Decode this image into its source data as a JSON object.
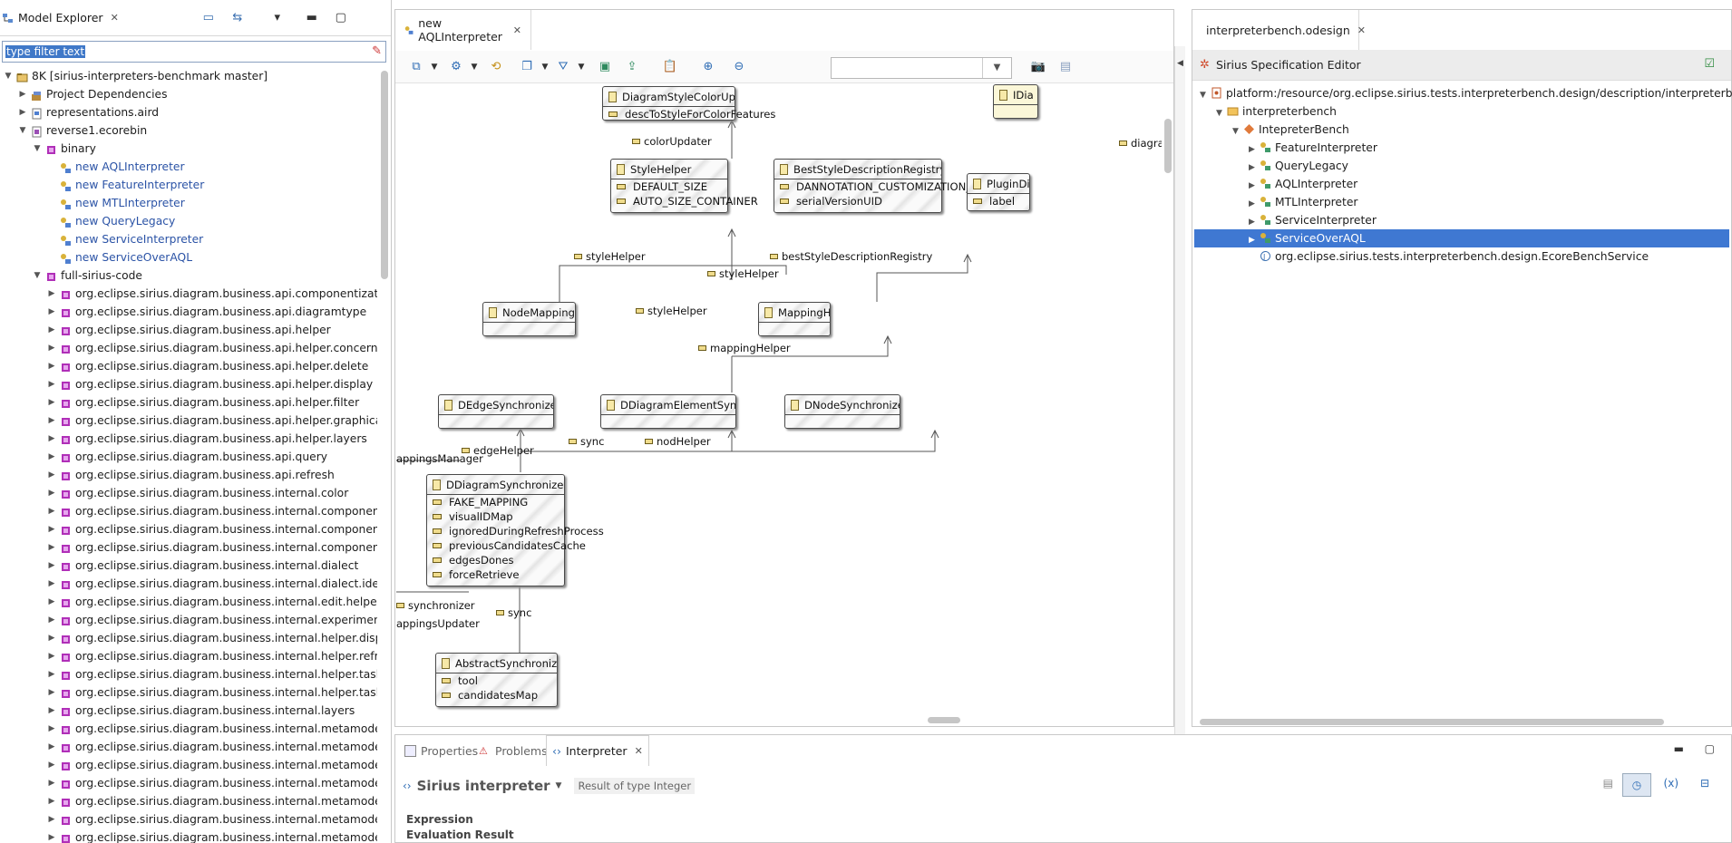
{
  "explorer": {
    "title": "Model Explorer",
    "filter_placeholder": "type filter text",
    "filter_value": "type filter text",
    "tree": [
      {
        "depth": 0,
        "exp": "down",
        "icon": "project-icon",
        "text": "8K  [sirius-interpreters-benchmark master]",
        "blue": false
      },
      {
        "depth": 1,
        "exp": "right",
        "icon": "library-icon",
        "text": "Project Dependencies",
        "blue": false
      },
      {
        "depth": 1,
        "exp": "right",
        "icon": "aird-file-icon",
        "text": "representations.aird",
        "blue": false
      },
      {
        "depth": 1,
        "exp": "down",
        "icon": "ecore-file-icon",
        "text": "reverse1.ecorebin",
        "blue": false
      },
      {
        "depth": 2,
        "exp": "down",
        "icon": "package-icon",
        "text": "binary",
        "blue": false
      },
      {
        "depth": 3,
        "exp": "",
        "icon": "diagram-icon",
        "text": "new AQLInterpreter",
        "blue": true
      },
      {
        "depth": 3,
        "exp": "",
        "icon": "diagram-icon",
        "text": "new FeatureInterpreter",
        "blue": true
      },
      {
        "depth": 3,
        "exp": "",
        "icon": "diagram-icon",
        "text": "new MTLInterpreter",
        "blue": true
      },
      {
        "depth": 3,
        "exp": "",
        "icon": "diagram-icon",
        "text": "new QueryLegacy",
        "blue": true
      },
      {
        "depth": 3,
        "exp": "",
        "icon": "diagram-icon",
        "text": "new ServiceInterpreter",
        "blue": true
      },
      {
        "depth": 3,
        "exp": "",
        "icon": "diagram-icon",
        "text": "new ServiceOverAQL",
        "blue": true
      },
      {
        "depth": 2,
        "exp": "down",
        "icon": "package-icon",
        "text": "full-sirius-code",
        "blue": false
      },
      {
        "depth": 3,
        "exp": "right",
        "icon": "package-icon",
        "text": "org.eclipse.sirius.diagram.business.api.componentization",
        "blue": false
      },
      {
        "depth": 3,
        "exp": "right",
        "icon": "package-icon",
        "text": "org.eclipse.sirius.diagram.business.api.diagramtype",
        "blue": false
      },
      {
        "depth": 3,
        "exp": "right",
        "icon": "package-icon",
        "text": "org.eclipse.sirius.diagram.business.api.helper",
        "blue": false
      },
      {
        "depth": 3,
        "exp": "right",
        "icon": "package-icon",
        "text": "org.eclipse.sirius.diagram.business.api.helper.concern",
        "blue": false
      },
      {
        "depth": 3,
        "exp": "right",
        "icon": "package-icon",
        "text": "org.eclipse.sirius.diagram.business.api.helper.delete",
        "blue": false
      },
      {
        "depth": 3,
        "exp": "right",
        "icon": "package-icon",
        "text": "org.eclipse.sirius.diagram.business.api.helper.display",
        "blue": false
      },
      {
        "depth": 3,
        "exp": "right",
        "icon": "package-icon",
        "text": "org.eclipse.sirius.diagram.business.api.helper.filter",
        "blue": false
      },
      {
        "depth": 3,
        "exp": "right",
        "icon": "package-icon",
        "text": "org.eclipse.sirius.diagram.business.api.helper.graphicalfilters",
        "blue": false
      },
      {
        "depth": 3,
        "exp": "right",
        "icon": "package-icon",
        "text": "org.eclipse.sirius.diagram.business.api.helper.layers",
        "blue": false
      },
      {
        "depth": 3,
        "exp": "right",
        "icon": "package-icon",
        "text": "org.eclipse.sirius.diagram.business.api.query",
        "blue": false
      },
      {
        "depth": 3,
        "exp": "right",
        "icon": "package-icon",
        "text": "org.eclipse.sirius.diagram.business.api.refresh",
        "blue": false
      },
      {
        "depth": 3,
        "exp": "right",
        "icon": "package-icon",
        "text": "org.eclipse.sirius.diagram.business.internal.color",
        "blue": false
      },
      {
        "depth": 3,
        "exp": "right",
        "icon": "package-icon",
        "text": "org.eclipse.sirius.diagram.business.internal.componentization",
        "blue": false
      },
      {
        "depth": 3,
        "exp": "right",
        "icon": "package-icon",
        "text": "org.eclipse.sirius.diagram.business.internal.componentization",
        "blue": false
      },
      {
        "depth": 3,
        "exp": "right",
        "icon": "package-icon",
        "text": "org.eclipse.sirius.diagram.business.internal.componentization",
        "blue": false
      },
      {
        "depth": 3,
        "exp": "right",
        "icon": "package-icon",
        "text": "org.eclipse.sirius.diagram.business.internal.dialect",
        "blue": false
      },
      {
        "depth": 3,
        "exp": "right",
        "icon": "package-icon",
        "text": "org.eclipse.sirius.diagram.business.internal.dialect.identifier",
        "blue": false
      },
      {
        "depth": 3,
        "exp": "right",
        "icon": "package-icon",
        "text": "org.eclipse.sirius.diagram.business.internal.edit.helpers",
        "blue": false
      },
      {
        "depth": 3,
        "exp": "right",
        "icon": "package-icon",
        "text": "org.eclipse.sirius.diagram.business.internal.experimental",
        "blue": false
      },
      {
        "depth": 3,
        "exp": "right",
        "icon": "package-icon",
        "text": "org.eclipse.sirius.diagram.business.internal.helper.display",
        "blue": false
      },
      {
        "depth": 3,
        "exp": "right",
        "icon": "package-icon",
        "text": "org.eclipse.sirius.diagram.business.internal.helper.refresh",
        "blue": false
      },
      {
        "depth": 3,
        "exp": "right",
        "icon": "package-icon",
        "text": "org.eclipse.sirius.diagram.business.internal.helper.task",
        "blue": false
      },
      {
        "depth": 3,
        "exp": "right",
        "icon": "package-icon",
        "text": "org.eclipse.sirius.diagram.business.internal.helper.task.operations",
        "blue": false
      },
      {
        "depth": 3,
        "exp": "right",
        "icon": "package-icon",
        "text": "org.eclipse.sirius.diagram.business.internal.layers",
        "blue": false
      },
      {
        "depth": 3,
        "exp": "right",
        "icon": "package-icon",
        "text": "org.eclipse.sirius.diagram.business.internal.metamodel.description",
        "blue": false
      },
      {
        "depth": 3,
        "exp": "right",
        "icon": "package-icon",
        "text": "org.eclipse.sirius.diagram.business.internal.metamodel.description",
        "blue": false
      },
      {
        "depth": 3,
        "exp": "right",
        "icon": "package-icon",
        "text": "org.eclipse.sirius.diagram.business.internal.metamodel.description",
        "blue": false
      },
      {
        "depth": 3,
        "exp": "right",
        "icon": "package-icon",
        "text": "org.eclipse.sirius.diagram.business.internal.metamodel.description",
        "blue": false
      },
      {
        "depth": 3,
        "exp": "right",
        "icon": "package-icon",
        "text": "org.eclipse.sirius.diagram.business.internal.metamodel.description",
        "blue": false
      },
      {
        "depth": 3,
        "exp": "right",
        "icon": "package-icon",
        "text": "org.eclipse.sirius.diagram.business.internal.metamodel.description",
        "blue": false
      },
      {
        "depth": 3,
        "exp": "right",
        "icon": "package-icon",
        "text": "org.eclipse.sirius.diagram.business.internal.metamodel.helper",
        "blue": false
      }
    ]
  },
  "editor": {
    "tab_label": "new AQLInterpreter",
    "classes": {
      "colorupdater": {
        "name": "DiagramStyleColorUpdater",
        "attrs": [
          "descToStyleForColorFeatures"
        ]
      },
      "stylehelper": {
        "name": "StyleHelper",
        "attrs": [
          "DEFAULT_SIZE",
          "AUTO_SIZE_CONTAINER"
        ]
      },
      "beststyle": {
        "name": "BestStyleDescriptionRegistry",
        "attrs": [
          "DANNOTATION_CUSTOMIZATION_KEY",
          "serialVersionUID"
        ]
      },
      "idia": {
        "name": "IDia",
        "attrs": []
      },
      "plugindia": {
        "name": "PluginDia",
        "attrs": [
          "label"
        ]
      },
      "nodemapping": {
        "name": "NodeMappingHelper",
        "attrs": []
      },
      "mappinghelper": {
        "name": "MappingHelper",
        "attrs": []
      },
      "dedgesync": {
        "name": "DEdgeSynchronizerHelper",
        "attrs": []
      },
      "delemsync": {
        "name": "DDiagramElementSynchronizer",
        "attrs": []
      },
      "dnodesync": {
        "name": "DNodeSynchronizerHelper",
        "attrs": []
      },
      "ddiagsync": {
        "name": "DDiagramSynchronizer",
        "attrs": [
          "FAKE_MAPPING",
          "visualIDMap",
          "ignoredDuringRefreshProcess",
          "previousCandidatesCache",
          "edgesDones",
          "forceRetrieve"
        ]
      },
      "abstractsync": {
        "name": "AbstractSynchronizerHelper",
        "attrs": [
          "tool",
          "candidatesMap"
        ]
      }
    },
    "edge_labels": {
      "colorUpdater": "colorUpdater",
      "styleHelper1": "styleHelper",
      "styleHelper2": "styleHelper",
      "styleHelper3": "styleHelper",
      "bestStyle": "bestStyleDescriptionRegistry",
      "mappingHelper": "mappingHelper",
      "sync1": "sync",
      "nodHelper": "nodHelper",
      "edgeHelper": "edgeHelper",
      "mappingsManager": "appingsManager",
      "synchronizer": "synchronizer",
      "sync2": "sync",
      "mappingsUpdater": "appingsUpdater",
      "diagra": "diagra"
    }
  },
  "spec": {
    "tab_label": "interpreterbench.odesign",
    "header": "Sirius Specification Editor",
    "tree": [
      {
        "indent": 0,
        "exp": "down",
        "icon": "resource-icon",
        "text": "platform:/resource/org.eclipse.sirius.tests.interpreterbench.design/description/interpreterbench.odesign",
        "sel": false
      },
      {
        "indent": 1,
        "exp": "down",
        "icon": "folder-icon",
        "text": "interpreterbench",
        "sel": false
      },
      {
        "indent": 2,
        "exp": "down",
        "icon": "viewpoint-icon",
        "text": "IntepreterBench",
        "sel": false
      },
      {
        "indent": 3,
        "exp": "right",
        "icon": "diagram-description-icon",
        "text": "FeatureInterpreter",
        "sel": false
      },
      {
        "indent": 3,
        "exp": "right",
        "icon": "diagram-description-icon",
        "text": "QueryLegacy",
        "sel": false
      },
      {
        "indent": 3,
        "exp": "right",
        "icon": "diagram-description-icon",
        "text": "AQLInterpreter",
        "sel": false
      },
      {
        "indent": 3,
        "exp": "right",
        "icon": "diagram-description-icon",
        "text": "MTLInterpreter",
        "sel": false
      },
      {
        "indent": 3,
        "exp": "right",
        "icon": "diagram-description-icon",
        "text": "ServiceInterpreter",
        "sel": false
      },
      {
        "indent": 3,
        "exp": "right",
        "icon": "diagram-description-icon",
        "text": "ServiceOverAQL",
        "sel": true
      },
      {
        "indent": 3,
        "exp": "",
        "icon": "java-service-icon",
        "text": "org.eclipse.sirius.tests.interpreterbench.design.EcoreBenchService",
        "sel": false
      }
    ]
  },
  "bottom": {
    "tabs": {
      "properties": "Properties",
      "problems": "Problems",
      "interpreter": "Interpreter"
    },
    "interpreter_title": "Sirius interpreter",
    "result_type": "Result of type Integer",
    "expression_label": "Expression",
    "evaluation_label": "Evaluation Result"
  },
  "colors": {
    "selection": "#3f78d2",
    "link": "#2b53a6",
    "accent": "#2f6db5"
  }
}
